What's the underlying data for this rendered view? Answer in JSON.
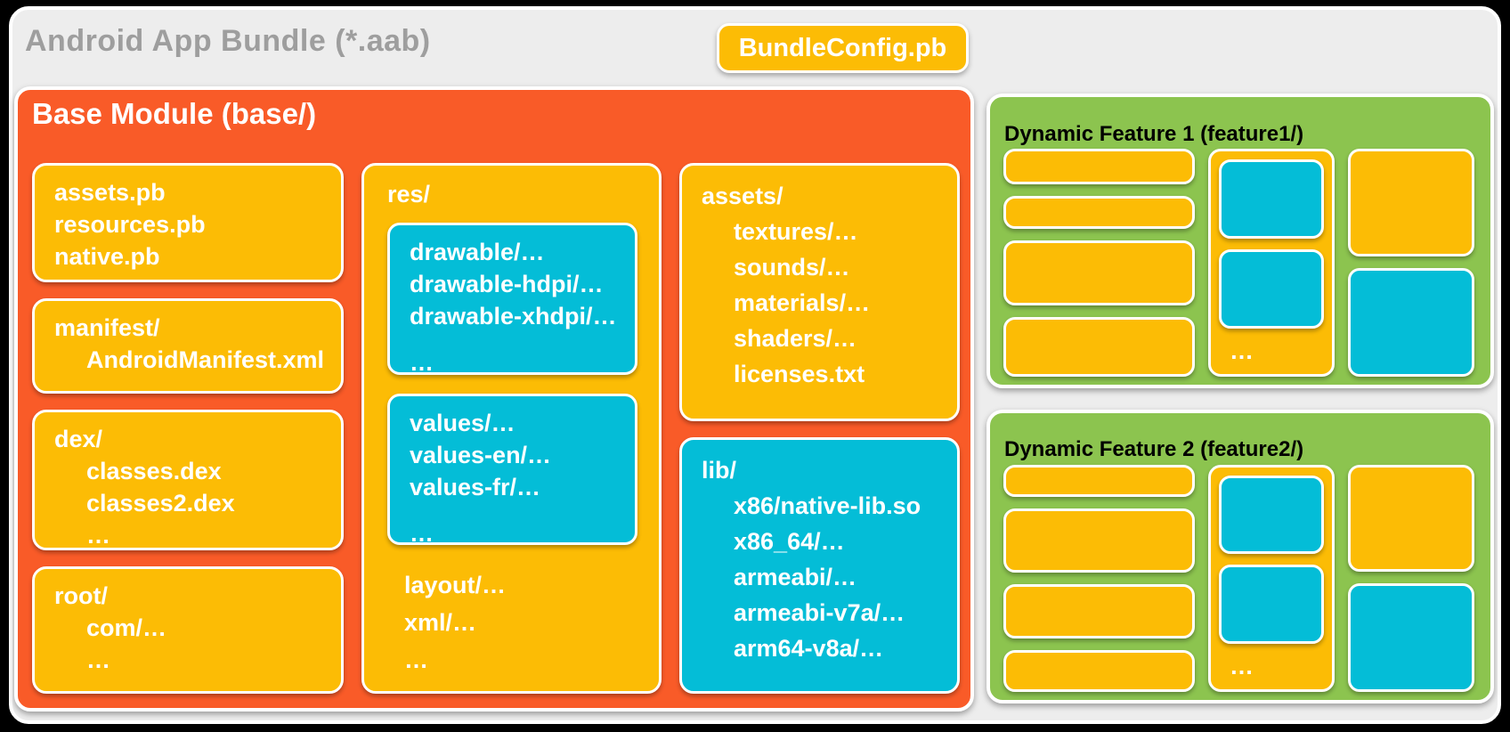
{
  "colors": {
    "background": "#000000",
    "container_bg": "#EDEDED",
    "container_title_text": "#9E9E9E",
    "base_module_orange": "#F95B28",
    "amber": "#FCBC05",
    "cyan": "#04BDD7",
    "feature_green": "#8CC44F",
    "box_text": "#FFFFFF",
    "box_border": "#FFFFFF"
  },
  "bundle": {
    "title": "Android App Bundle (*.aab)",
    "badge": "BundleConfig.pb"
  },
  "base": {
    "title": "Base Module (base/)",
    "files_box": {
      "l1": "assets.pb",
      "l2": "resources.pb",
      "l3": "native.pb"
    },
    "manifest_box": {
      "l1": "manifest/",
      "l2": "AndroidManifest.xml"
    },
    "dex_box": {
      "l1": "dex/",
      "l2": "classes.dex",
      "l3": "classes2.dex",
      "l4": "…"
    },
    "root_box": {
      "l1": "root/",
      "l2": "com/…",
      "l3": "…"
    },
    "res_box": {
      "label": "res/",
      "drawable_box": {
        "l1": "drawable/…",
        "l2": "drawable-hdpi/…",
        "l3": "drawable-xhdpi/…",
        "l4": "…"
      },
      "values_box": {
        "l1": "values/…",
        "l2": "values-en/…",
        "l3": "values-fr/…",
        "l4": "…"
      },
      "tail": {
        "l1": "layout/…",
        "l2": "xml/…",
        "l3": "…"
      }
    },
    "assets_box": {
      "l1": "assets/",
      "l2": "textures/…",
      "l3": "sounds/…",
      "l4": "materials/…",
      "l5": "shaders/…",
      "l6": "licenses.txt"
    },
    "lib_box": {
      "l1": "lib/",
      "l2": "x86/native-lib.so",
      "l3": "x86_64/…",
      "l4": "armeabi/…",
      "l5": "armeabi-v7a/…",
      "l6": "arm64-v8a/…"
    }
  },
  "features": [
    {
      "title": "Dynamic Feature 1 (feature1/)",
      "ellipsis": "…"
    },
    {
      "title": "Dynamic Feature 2 (feature2/)",
      "ellipsis": "…"
    }
  ]
}
